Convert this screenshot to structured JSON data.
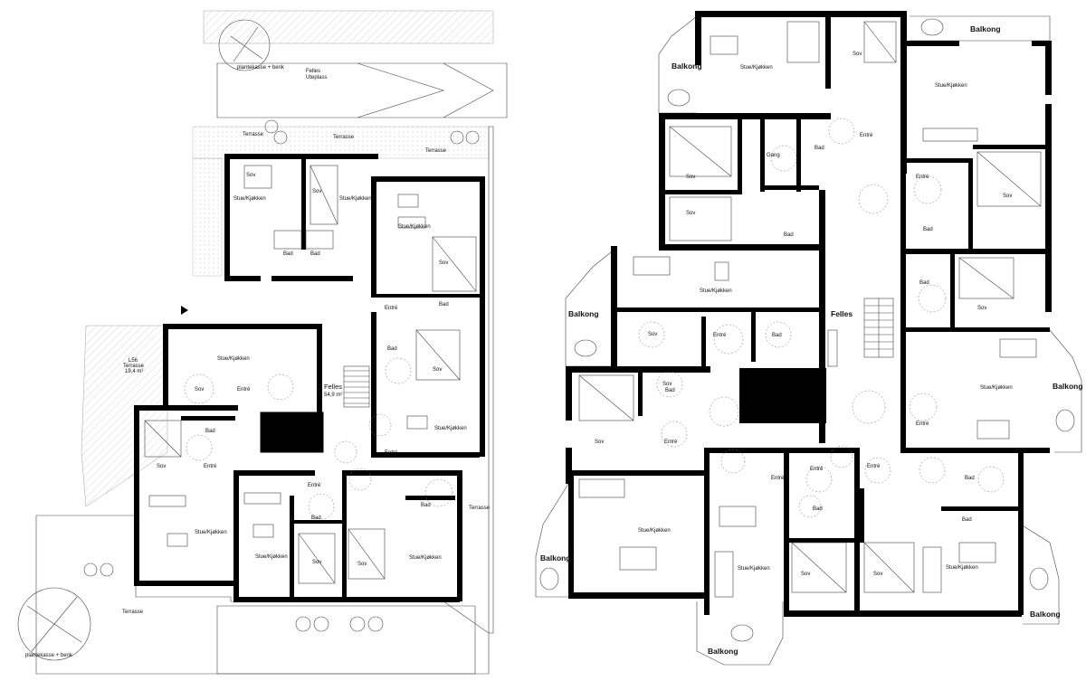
{
  "left_plan": {
    "labels": {
      "plantekasse_top": "plantekasse + benk",
      "felles_ute_1": "Felles",
      "felles_ute_2": "Uteplass",
      "terrasse_1": "Terrasse",
      "terrasse_2": "Terrasse",
      "terrasse_3": "Terrasse",
      "terrasse_4": "Terrasse",
      "terrasse_5": "Terrasse",
      "sov_1": "Sov",
      "sov_2": "Sov",
      "sov_3": "Sov",
      "sov_4": "Sov",
      "sov_5": "Sov",
      "sov_6": "Sov",
      "sov_7": "Sov",
      "sov_8": "Sov",
      "stue_1": "Stue/Kjøkken",
      "stue_2": "Stue/Kjøkken",
      "stue_3": "Stue/Kjøkken",
      "stue_4": "Stue/Kjøkken",
      "stue_5": "Stue/Kjøkken",
      "stue_6": "Stue/Kjøkken",
      "stue_7": "Stue/Kjøkken",
      "stue_8": "Stue/Kjøkken",
      "bad_1": "Bad",
      "bad_2": "Bad",
      "bad_3": "Bad",
      "bad_4": "Bad",
      "bad_5": "Bad",
      "bad_6": "Bad",
      "bad_7": "Bad",
      "entre_1": "Entré",
      "entre_2": "Entré",
      "entre_3": "Entré",
      "entre_4": "Entré",
      "entre_5": "Entré",
      "felles_1": "Felles",
      "felles_2": "54,9 m²",
      "terrasse_l56_1": "L56",
      "terrasse_l56_2": "Terrasse",
      "terrasse_l56_3": "19,4 m²",
      "plantekasse_bottom": "plantekasse + benk"
    }
  },
  "right_plan": {
    "labels": {
      "balkong_1": "Balkong",
      "balkong_2": "Balkong",
      "balkong_3": "Balkong",
      "balkong_4": "Balkong",
      "balkong_5": "Balkong",
      "balkong_6": "Balkong",
      "balkong_7": "Balkong",
      "stue_1": "Stue/Kjøkken",
      "stue_2": "Stue/Kjøkken",
      "stue_3": "Stue/Kjøkken",
      "stue_4": "Stue/Kjøkken",
      "stue_5": "Stue/Kjøkken",
      "stue_6": "Stue/Kjøkken",
      "stue_7": "Stue/Kjøkken",
      "sov_1": "Sov",
      "sov_2": "Sov",
      "sov_3": "Sov",
      "sov_4": "Sov",
      "sov_5": "Sov",
      "sov_6": "Sov",
      "sov_7": "Sov",
      "sov_8": "Sov",
      "sov_9": "Sov",
      "sov_10": "Sov",
      "bad_1": "Bad",
      "bad_2": "Bad",
      "bad_3": "Bad",
      "bad_4": "Bad",
      "bad_5": "Bad",
      "bad_6": "Bad",
      "bad_7": "Bad",
      "bad_8": "Bad",
      "bad_9": "Bad",
      "gang": "Gang",
      "entre_1": "Entré",
      "entre_2": "Entré",
      "entre_3": "Entré",
      "entre_4": "Entré",
      "entre_5": "Entré",
      "entre_6": "Entré",
      "entre_7": "Entré",
      "entre_8": "Entré",
      "felles": "Felles"
    }
  }
}
